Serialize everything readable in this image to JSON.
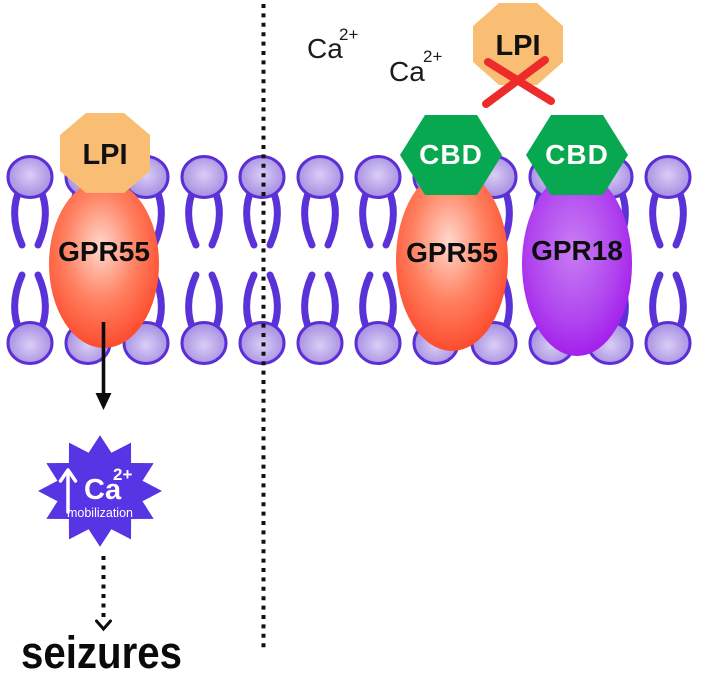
{
  "figure": {
    "description": "Cell membrane diagram: LPI activates GPR55 causing Ca2+ mobilization and seizures; CBD blocks LPI at GPR55 and GPR18"
  },
  "colors": {
    "lpi_orange": "#f9be73",
    "cbd_green": "#08a850",
    "tail_purple": "#5a33d8",
    "head_stroke": "#5b2ed6",
    "star_purple": "#5734e4",
    "x_red": "#ee2b2b",
    "arrow_black": "#0c0c0c",
    "gpr55_red": "#fb3517",
    "gpr18_purple": "#9b04e9",
    "text_dark": "#1c1c1c"
  },
  "extracellular": {
    "ca_label_1": {
      "base": "Ca",
      "sup": "2+"
    },
    "ca_label_2": {
      "base": "Ca",
      "sup": "2+"
    }
  },
  "left": {
    "ligand": "LPI",
    "receptor": "GPR55",
    "star": {
      "ca": "Ca",
      "sup": "2+",
      "caption": "mobilization"
    },
    "outcome": "seizures"
  },
  "right": {
    "blocked_ligand": "LPI",
    "cbd_1": "CBD",
    "cbd_2": "CBD",
    "receptor_1": "GPR55",
    "receptor_2": "GPR18"
  }
}
